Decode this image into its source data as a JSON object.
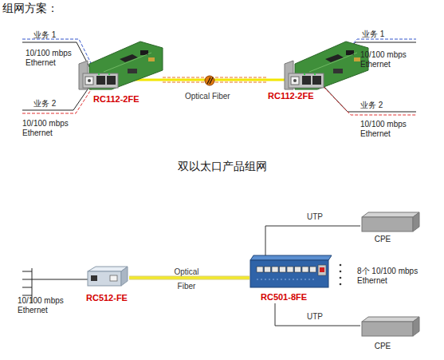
{
  "diagram": {
    "title": "组网方案：",
    "caption": "双以太口产品组网",
    "nodes": [
      {
        "text": [
          "RC112-2FE"
        ]
      },
      {
        "text": [
          "RC112-2FE"
        ]
      },
      {
        "text": [
          "RC512-FE"
        ]
      },
      {
        "text": [
          "RC501-8FE"
        ]
      },
      {
        "text": [
          "CPE"
        ]
      },
      {
        "text": [
          "CPE"
        ]
      }
    ],
    "edges": [
      {
        "from": 0,
        "to": 1,
        "arrow": "none",
        "label": "Optical Fiber"
      },
      {
        "from": 2,
        "to": 3,
        "arrow": "none",
        "label": "Optical Fiber"
      },
      {
        "from": 3,
        "to": 4,
        "arrow": "none",
        "label": "UTP"
      },
      {
        "from": 3,
        "to": 5,
        "arrow": "none",
        "label": "UTP"
      }
    ],
    "labels": [
      "业务 1",
      "10/100 mbps Ethernet",
      "业务 2",
      "10/100 mbps Ethernet",
      "业务 1",
      "10/100 mbps Ethernet",
      "业务 2",
      "10/100 mbps Ethernet",
      "10/100 mbps Ethernet",
      "8个 10/100 mbps Ethernet"
    ]
  }
}
